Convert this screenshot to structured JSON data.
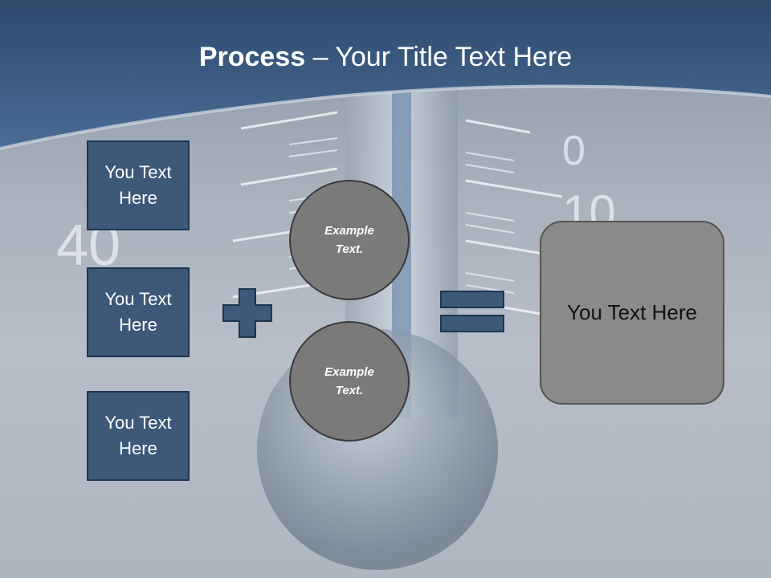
{
  "slide": {
    "title_bold": "Process",
    "title_rest": " – Your Title Text Here",
    "left_boxes": [
      {
        "label": "You Text Here"
      },
      {
        "label": "You Text Here"
      },
      {
        "label": "You Text Here"
      }
    ],
    "circles": [
      {
        "label": "Example Text."
      },
      {
        "label": "Example Text."
      }
    ],
    "result_label": "You Text Here",
    "background_scale_numbers": [
      "40",
      "0",
      "10"
    ]
  },
  "colors": {
    "header_blue": "#3a5a80",
    "box_fill": "#3d5878",
    "circle_fill": "#7a7a7a",
    "result_fill": "#8a8a8a"
  }
}
